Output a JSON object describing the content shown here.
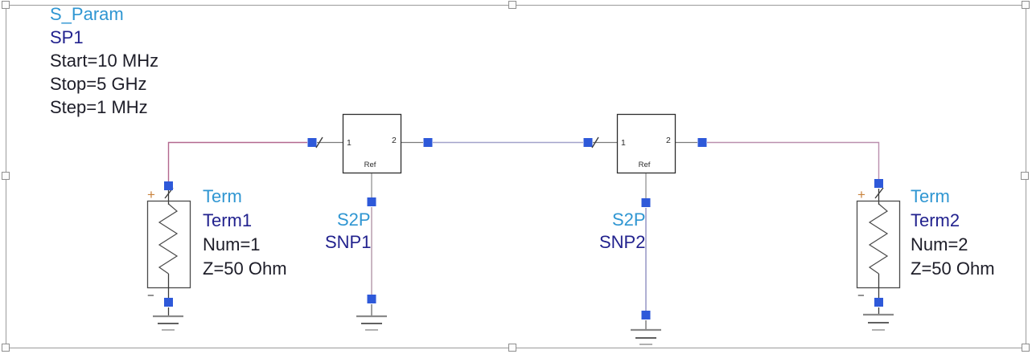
{
  "colors": {
    "component_label": "#2f96d2",
    "instance_name": "#22228e",
    "parameter_text": "#1d1d28",
    "node_square": "#2e59d9",
    "wire_net1": "#b3688f",
    "wire_net2": "#a3a3cb",
    "wire_net3": "#bb8fae",
    "ref_wire_snp1": "#ad8fa0",
    "ref_wire_snp2": "#8585bb",
    "plus_sign": "#c8823c",
    "symbol_outline": "#3a3a3a",
    "frame_border": "#9b9b9b"
  },
  "simulation_block": {
    "label": "S_Param",
    "name": "SP1",
    "params": [
      "Start=10 MHz",
      "Stop=5 GHz",
      "Step=1 MHz"
    ]
  },
  "term1": {
    "label": "Term",
    "name": "Term1",
    "params": [
      "Num=1",
      "Z=50 Ohm"
    ],
    "plus": "+",
    "minus": "−"
  },
  "term2": {
    "label": "Term",
    "name": "Term2",
    "params": [
      "Num=2",
      "Z=50 Ohm"
    ],
    "plus": "+",
    "minus": "−"
  },
  "snp1": {
    "label": "S2P",
    "name": "SNP1",
    "pin1": "1",
    "pin2": "2",
    "ref": "Ref"
  },
  "snp2": {
    "label": "S2P",
    "name": "SNP2",
    "pin1": "1",
    "pin2": "2",
    "ref": "Ref"
  }
}
